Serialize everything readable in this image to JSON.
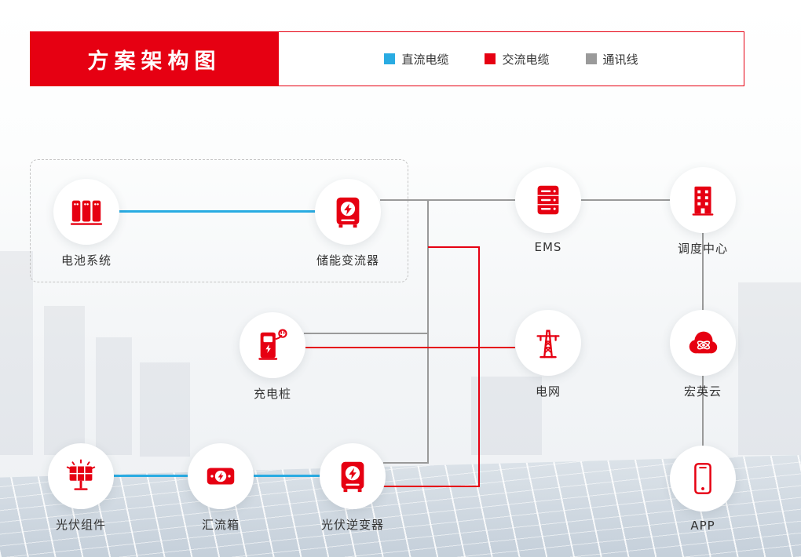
{
  "header": {
    "title": "方案架构图",
    "legend": [
      {
        "name": "dc-cable",
        "label": "直流电缆",
        "color": "#29abe2"
      },
      {
        "name": "ac-cable",
        "label": "交流电缆",
        "color": "#e60012"
      },
      {
        "name": "comm-line",
        "label": "通讯线",
        "color": "#9a9a9a"
      }
    ]
  },
  "nodes": [
    {
      "id": "battery-system",
      "label": "电池系统",
      "icon": "battery-cabinet-icon"
    },
    {
      "id": "storage-converter",
      "label": "储能变流器",
      "icon": "storage-inverter-icon"
    },
    {
      "id": "ems",
      "label": "EMS",
      "icon": "server-icon"
    },
    {
      "id": "dispatch-center",
      "label": "调度中心",
      "icon": "building-icon"
    },
    {
      "id": "charging-pile",
      "label": "充电桩",
      "icon": "ev-charger-icon"
    },
    {
      "id": "power-grid",
      "label": "电网",
      "icon": "transmission-tower-icon"
    },
    {
      "id": "cloud",
      "label": "宏英云",
      "icon": "cloud-icon"
    },
    {
      "id": "pv-module",
      "label": "光伏组件",
      "icon": "solar-panel-icon"
    },
    {
      "id": "combiner-box",
      "label": "汇流箱",
      "icon": "combiner-box-icon"
    },
    {
      "id": "pv-inverter",
      "label": "光伏逆变器",
      "icon": "pv-inverter-icon"
    },
    {
      "id": "app",
      "label": "APP",
      "icon": "smartphone-icon"
    }
  ],
  "edges": [
    {
      "from": "battery-system",
      "to": "storage-converter",
      "type": "dc"
    },
    {
      "from": "pv-module",
      "to": "combiner-box",
      "type": "dc"
    },
    {
      "from": "combiner-box",
      "to": "pv-inverter",
      "type": "dc"
    },
    {
      "from": "storage-converter",
      "to": "ems",
      "type": "comm"
    },
    {
      "from": "charging-pile",
      "to": "ems",
      "type": "comm"
    },
    {
      "from": "pv-inverter",
      "to": "ems",
      "type": "comm"
    },
    {
      "from": "ems",
      "to": "dispatch-center",
      "type": "comm"
    },
    {
      "from": "dispatch-center",
      "to": "cloud",
      "type": "comm"
    },
    {
      "from": "cloud",
      "to": "app",
      "type": "comm"
    },
    {
      "from": "storage-converter",
      "to": "power-grid",
      "type": "ac"
    },
    {
      "from": "charging-pile",
      "to": "power-grid",
      "type": "ac"
    },
    {
      "from": "pv-inverter",
      "to": "power-grid",
      "type": "ac"
    }
  ],
  "colors": {
    "accent_red": "#e60012",
    "dc_blue": "#29abe2",
    "comm_gray": "#9a9a9a",
    "label_text": "#333333"
  }
}
